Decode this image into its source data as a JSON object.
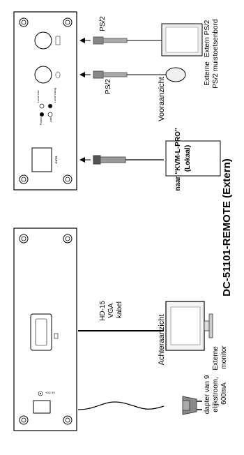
{
  "title": "DC-51101-REMOTE (Extern)",
  "views": {
    "rear": "Achteraanzicht",
    "front": "Vooraanzicht"
  },
  "rear_panel": {
    "power_label": "+DC 9V"
  },
  "front_panel": {
    "cat5_label": "CAT.5",
    "led_power": "Power",
    "led_link": "Link",
    "led_local_use": "Local Use",
    "led_local_using": "Local Using"
  },
  "connectors": {
    "ps2_1": "PS/2",
    "ps2_2": "PS/2",
    "vga_cable": [
      "HD-15",
      "VGA",
      "kabel"
    ]
  },
  "devices": {
    "adapter": [
      "dapter van 9",
      "elijkstroom,",
      "600mA"
    ],
    "monitor": [
      "Externe",
      "monitor"
    ],
    "kvm_box": [
      "naar “KVM-L-PRO”",
      "(Lokaal)"
    ],
    "mouse": [
      "Externe",
      "PS/2 muis"
    ],
    "keyboard": [
      "Extern PS/2",
      "toetsenbord"
    ]
  }
}
